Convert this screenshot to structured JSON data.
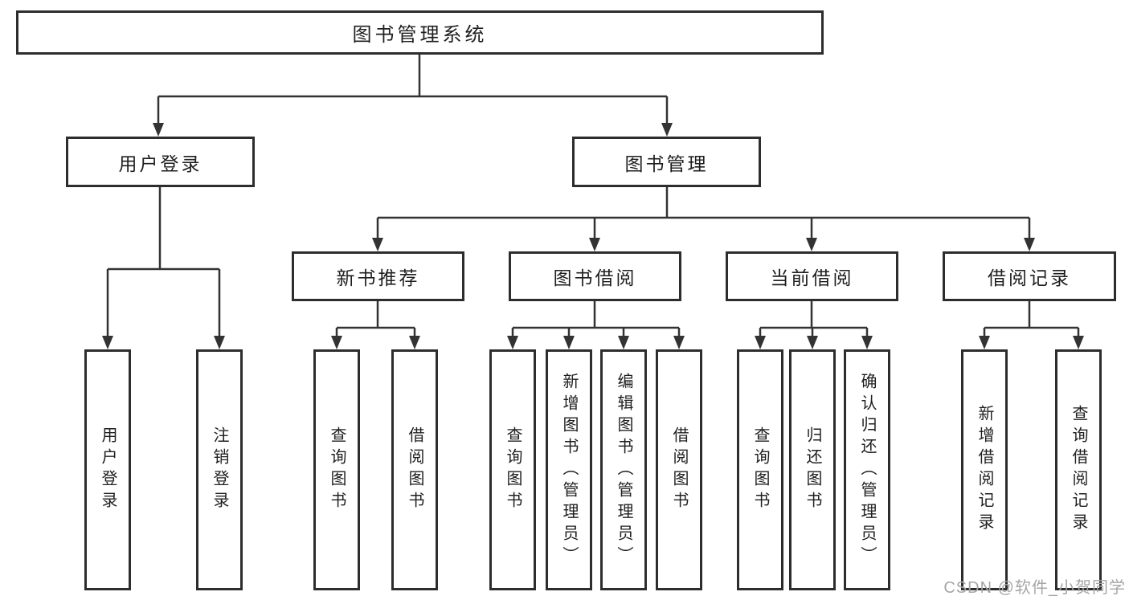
{
  "nodes": {
    "root": "图书管理系统",
    "login_group": "用户登录",
    "book_mgmt": "图书管理",
    "new_book_rec": "新书推荐",
    "book_borrow": "图书借阅",
    "current_borrow": "当前借阅",
    "borrow_record": "借阅记录",
    "leaf_user_login": "用户登录",
    "leaf_logout": "注销登录",
    "leaf_query_book_a": "查询图书",
    "leaf_borrow_book_a": "借阅图书",
    "leaf_query_book_b": "查询图书",
    "leaf_add_book": "新增图书（管理员）",
    "leaf_edit_book": "编辑图书（管理员）",
    "leaf_borrow_book_b": "借阅图书",
    "leaf_query_book_c": "查询图书",
    "leaf_return_book": "归还图书",
    "leaf_confirm_return": "确认归还（管理员）",
    "leaf_add_record": "新增借阅记录",
    "leaf_query_record": "查询借阅记录"
  },
  "watermark": "CSDN @软件_小贺同学",
  "colors": {
    "line": "#333333",
    "border": "#2d2d2d",
    "text": "#1f1f1f",
    "watermark": "#a6a6a6",
    "background": "#ffffff"
  }
}
